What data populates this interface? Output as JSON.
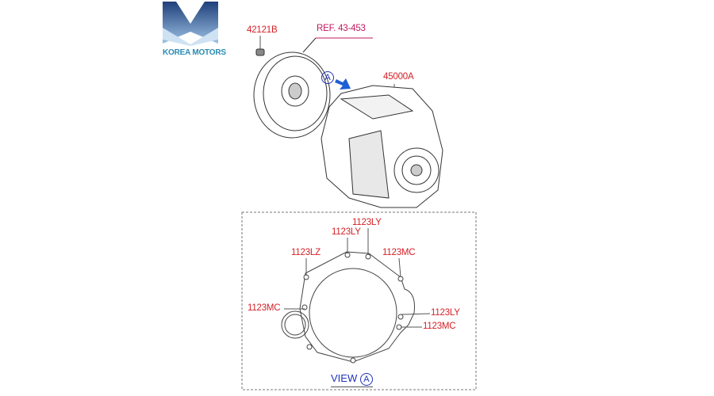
{
  "logo": {
    "brand_text": "KOREA MOTORS",
    "colors": {
      "dark_blue": "#1f3f7a",
      "light_blue": "#8fb8dc",
      "text": "#2a8bb0"
    }
  },
  "diagram": {
    "labels": {
      "bolt": "42121B",
      "torque_converter_ref": "REF. 43-453",
      "view_marker": "A",
      "transmission": "45000A"
    },
    "view": {
      "title": "VIEW",
      "marker": "A",
      "labels": [
        "1123LY",
        "1123LY",
        "1123LZ",
        "1123MC",
        "1123MC",
        "1123LY",
        "1123MC"
      ]
    },
    "colors": {
      "part_label": "#d41f26",
      "ref_label": "#c2185b",
      "view_marker": "#2233bb"
    }
  }
}
